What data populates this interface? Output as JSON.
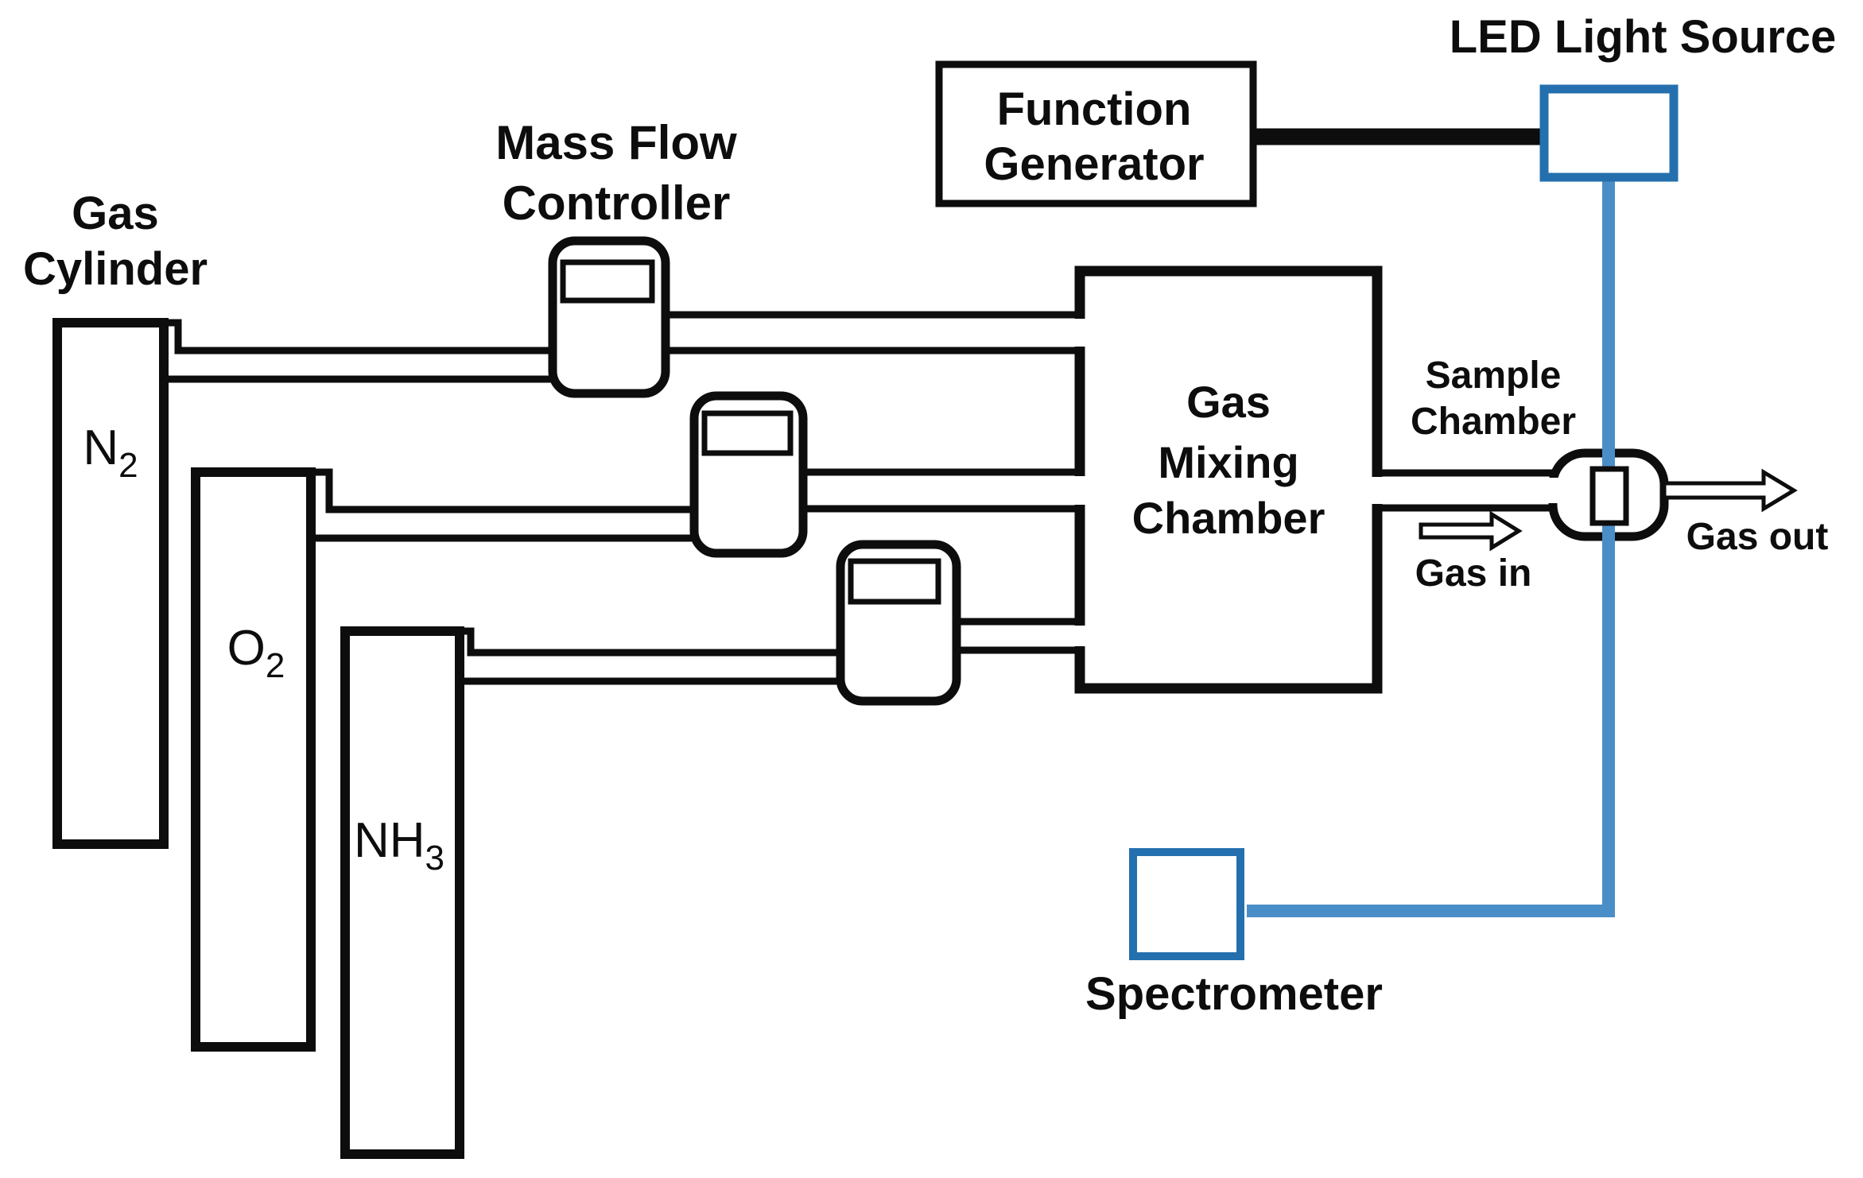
{
  "title": "Gas sensing measurement setup diagram",
  "colors": {
    "blue_line": "#4a8ec8",
    "blue_box": "#2470ae",
    "black": "#0d0d0d"
  },
  "labels": {
    "gas_cylinder": {
      "line1": "Gas",
      "line2": "Cylinder"
    },
    "mass_flow_controller": {
      "line1": "Mass Flow",
      "line2": "Controller"
    },
    "function_generator": {
      "line1": "Function",
      "line2": "Generator"
    },
    "led_light_source": "LED Light Source",
    "gas_mixing_chamber": {
      "line1": "Gas",
      "line2": "Mixing",
      "line3": "Chamber"
    },
    "sample_chamber": {
      "line1": "Sample",
      "line2": "Chamber"
    },
    "gas_in": "Gas in",
    "gas_out": "Gas out",
    "spectrometer": "Spectrometer"
  },
  "cylinders": [
    {
      "name": "nitrogen",
      "label_main": "N",
      "label_sub": "2"
    },
    {
      "name": "oxygen",
      "label_main": "O",
      "label_sub": "2"
    },
    {
      "name": "ammonia",
      "label_main": "NH",
      "label_sub": "3"
    }
  ]
}
